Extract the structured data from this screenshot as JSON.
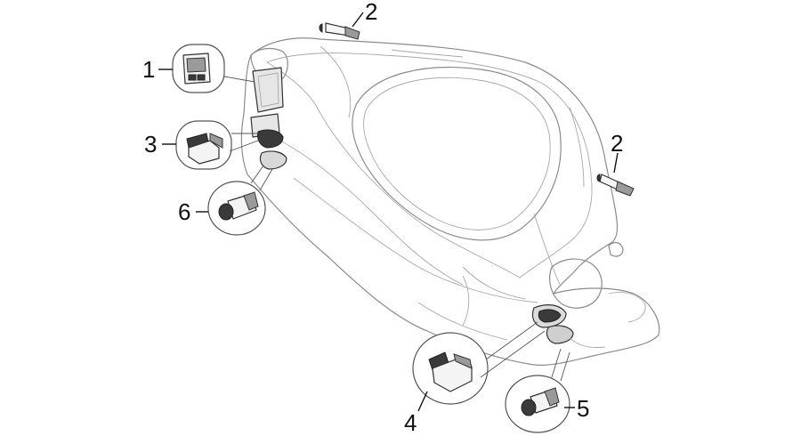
{
  "callouts": {
    "part_1": "1",
    "part_2_top": "2",
    "part_2_right": "2",
    "part_3": "3",
    "part_4": "4",
    "part_5": "5",
    "part_6": "6"
  }
}
